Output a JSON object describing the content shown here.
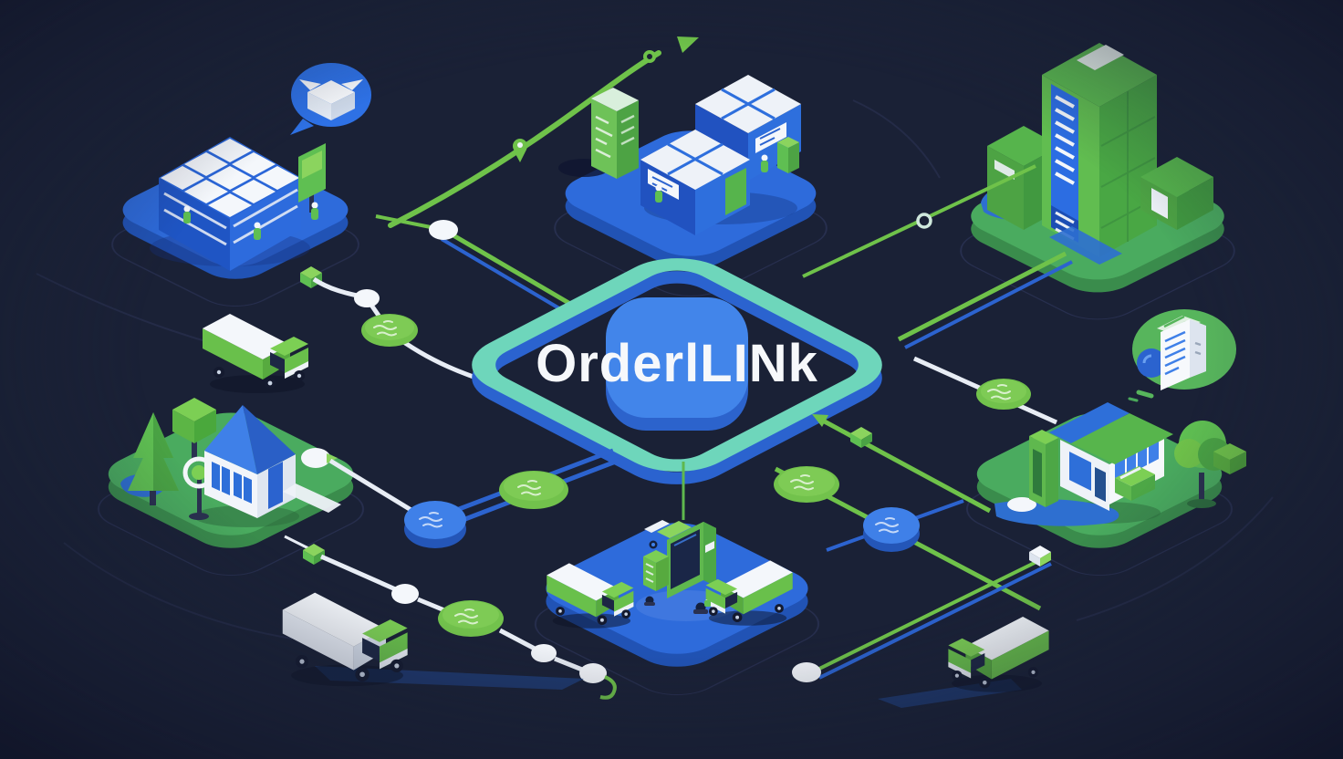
{
  "scene": {
    "title": "OrderlLINk",
    "background": "#1a2136",
    "palette": {
      "hub_teal": "#6ed6bb",
      "hub_blue": "#3b77e0",
      "platform_blue": "#2e6bdb",
      "platform_blue_side": "#2153b5",
      "platform_green": "#4aab5f",
      "platform_green_side": "#3a8c4c",
      "accent_lime": "#6fc24a",
      "line_blue": "#2c63cf",
      "path_white": "#e8edf5",
      "white": "#f4f7fb",
      "navy_shadow": "#10152b"
    },
    "islands": [
      {
        "id": "warehouse-island",
        "position": "top-left",
        "platform": "blue"
      },
      {
        "id": "container-yard-island",
        "position": "top-center",
        "platform": "blue"
      },
      {
        "id": "factory-tower-island",
        "position": "top-right",
        "platform": "green"
      },
      {
        "id": "suburban-house-island",
        "position": "bottom-left",
        "platform": "green"
      },
      {
        "id": "delivery-depot-island",
        "position": "bottom-center",
        "platform": "blue"
      },
      {
        "id": "modern-house-island",
        "position": "bottom-right",
        "platform": "green"
      }
    ],
    "icons": [
      {
        "name": "package-icon",
        "container": "blue-speech-bubble"
      },
      {
        "name": "invoice-document-icon",
        "container": "green-speech-bubble"
      },
      {
        "name": "growth-arrow-icon"
      },
      {
        "name": "location-pin-icon"
      }
    ],
    "vehicles": [
      "box-truck",
      "cargo-truck",
      "delivery-van-left",
      "delivery-van-right",
      "delivery-van-bottom"
    ]
  }
}
